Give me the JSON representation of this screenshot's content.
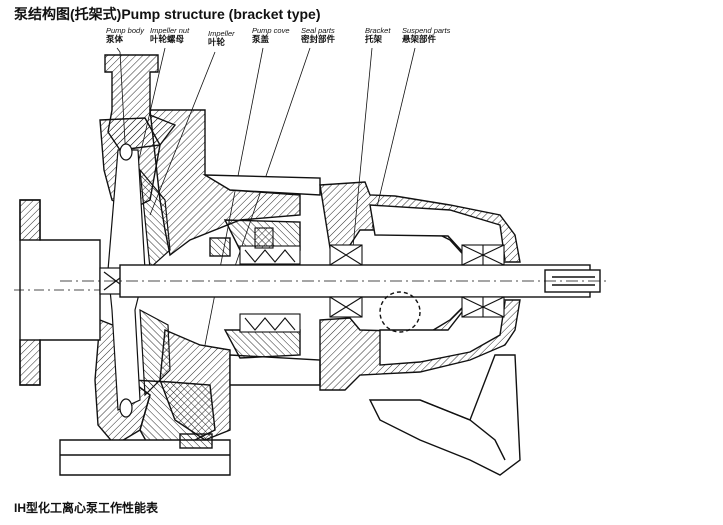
{
  "title": "泵结构图(托架式)Pump structure (bracket type)",
  "caption": "IH型化工离心泵工作性能表",
  "labels": [
    {
      "en": "Pump body",
      "cn": "泵体"
    },
    {
      "en": "Impeller nut",
      "cn": "叶轮螺母"
    },
    {
      "en": "Impeller",
      "cn": "叶轮"
    },
    {
      "en": "Pump cove",
      "cn": "泵盖"
    },
    {
      "en": "Seal parts",
      "cn": "密封部件"
    },
    {
      "en": "Bracket",
      "cn": "托架"
    },
    {
      "en": "Suspend parts",
      "cn": "悬架部件"
    }
  ]
}
